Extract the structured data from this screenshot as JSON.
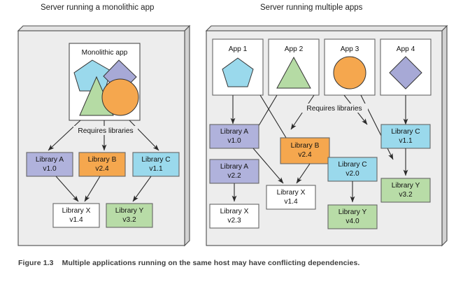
{
  "figure": {
    "number": "Figure 1.3",
    "caption": "Multiple applications running on the same host may have conflicting dependencies."
  },
  "panels": [
    {
      "id": "monolithic",
      "title": "Server running a monolithic app",
      "app_box": {
        "label": "Monolithic app",
        "shapes": [
          {
            "name": "pentagon-shape",
            "color": "#9ad9ec"
          },
          {
            "name": "diamond-shape",
            "color": "#a7a9d6"
          },
          {
            "name": "triangle-shape",
            "color": "#b5dba4"
          },
          {
            "name": "circle-shape",
            "color": "#f5a74e"
          }
        ]
      },
      "edge_label": "Requires libraries",
      "libraries": [
        {
          "name": "Library A",
          "version": "v1.0",
          "color": "#b0b2dc"
        },
        {
          "name": "Library B",
          "version": "v2.4",
          "color": "#f5a74e"
        },
        {
          "name": "Library C",
          "version": "v1.1",
          "color": "#9ad9ec"
        },
        {
          "name": "Library X",
          "version": "v1.4",
          "color": "#ffffff"
        },
        {
          "name": "Library Y",
          "version": "v3.2",
          "color": "#b8dca7"
        }
      ]
    },
    {
      "id": "multiple",
      "title": "Server running multiple apps",
      "apps": [
        {
          "label": "App 1",
          "shape": "pentagon-shape",
          "color": "#9ad9ec"
        },
        {
          "label": "App 2",
          "shape": "triangle-shape",
          "color": "#b5dba4"
        },
        {
          "label": "App 3",
          "shape": "circle-shape",
          "color": "#f5a74e"
        },
        {
          "label": "App 4",
          "shape": "diamond-shape",
          "color": "#a7a9d6"
        }
      ],
      "edge_label": "Requires libraries",
      "libraries": [
        {
          "name": "Library A",
          "version": "v1.0",
          "color": "#b0b2dc"
        },
        {
          "name": "Library A",
          "version": "v2.2",
          "color": "#b0b2dc"
        },
        {
          "name": "Library X",
          "version": "v2.3",
          "color": "#ffffff"
        },
        {
          "name": "Library B",
          "version": "v2.4",
          "color": "#f5a74e"
        },
        {
          "name": "Library X",
          "version": "v1.4",
          "color": "#ffffff"
        },
        {
          "name": "Library C",
          "version": "v2.0",
          "color": "#9ad9ec"
        },
        {
          "name": "Library Y",
          "version": "v4.0",
          "color": "#b8dca7"
        },
        {
          "name": "Library C",
          "version": "v1.1",
          "color": "#9ad9ec"
        },
        {
          "name": "Library Y",
          "version": "v3.2",
          "color": "#b8dca7"
        }
      ]
    }
  ],
  "colors": {
    "server_fill": "#ededed",
    "server_stroke": "#4d4d4d",
    "box_stroke": "#666666",
    "arrow": "#2b2b2b",
    "page_bg": "#ffffff"
  }
}
